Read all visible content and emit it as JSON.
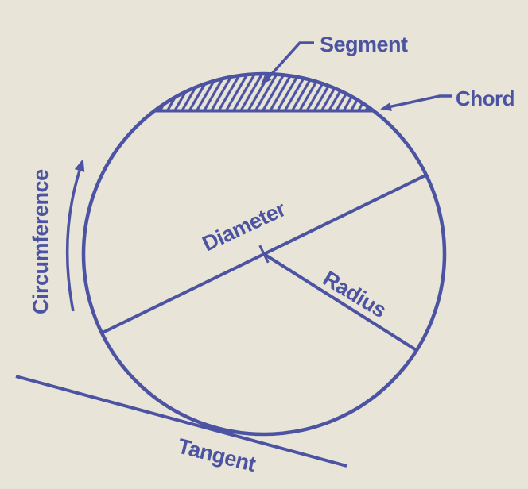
{
  "colors": {
    "bg": "#e8e4d8",
    "ink": "#4b53a2",
    "circle_fill": "#ffffff"
  },
  "labels": {
    "segment": "Segment",
    "chord": "Chord",
    "circumference": "Circumference",
    "diameter": "Diameter",
    "radius": "Radius",
    "tangent": "Tangent"
  }
}
